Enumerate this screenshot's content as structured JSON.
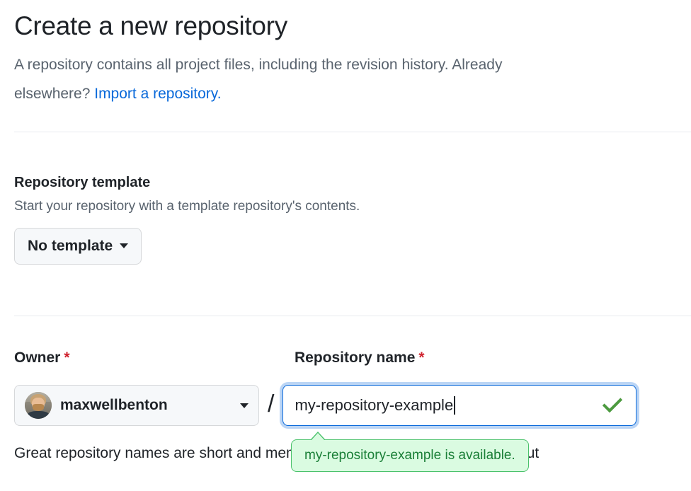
{
  "header": {
    "title": "Create a new repository",
    "description_part1": "A repository contains all project files, including the revision history. Already",
    "description_part2": "elsewhere? ",
    "import_link": "Import a repository."
  },
  "template_section": {
    "heading": "Repository template",
    "description": "Start your repository with a template repository's contents.",
    "button_label": "No template",
    "dropdown_icon": "chevron-down-icon"
  },
  "owner_field": {
    "label": "Owner",
    "required_marker": "*",
    "owner_name": "maxwellbenton",
    "avatar_icon": "user-avatar",
    "dropdown_icon": "chevron-down-icon"
  },
  "separator": "/",
  "repo_name_field": {
    "label": "Repository name",
    "required_marker": "*",
    "value": "my-repository-example",
    "placeholder": "",
    "status_icon": "check-icon",
    "status_color": "#4c9a3f"
  },
  "availability_tooltip": {
    "message": "my-repository-example is available.",
    "background_color": "#dafbe1",
    "border_color": "#4ac26b",
    "text_color": "#1a7f37"
  },
  "help_text": "Great repository names are short and memorable. Need inspiration? How about",
  "colors": {
    "link": "#0969da",
    "focus_border": "#0969da",
    "required": "#cf222e",
    "muted_text": "#59636e",
    "divider": "#e8eaee",
    "button_bg": "#f6f8fa"
  }
}
